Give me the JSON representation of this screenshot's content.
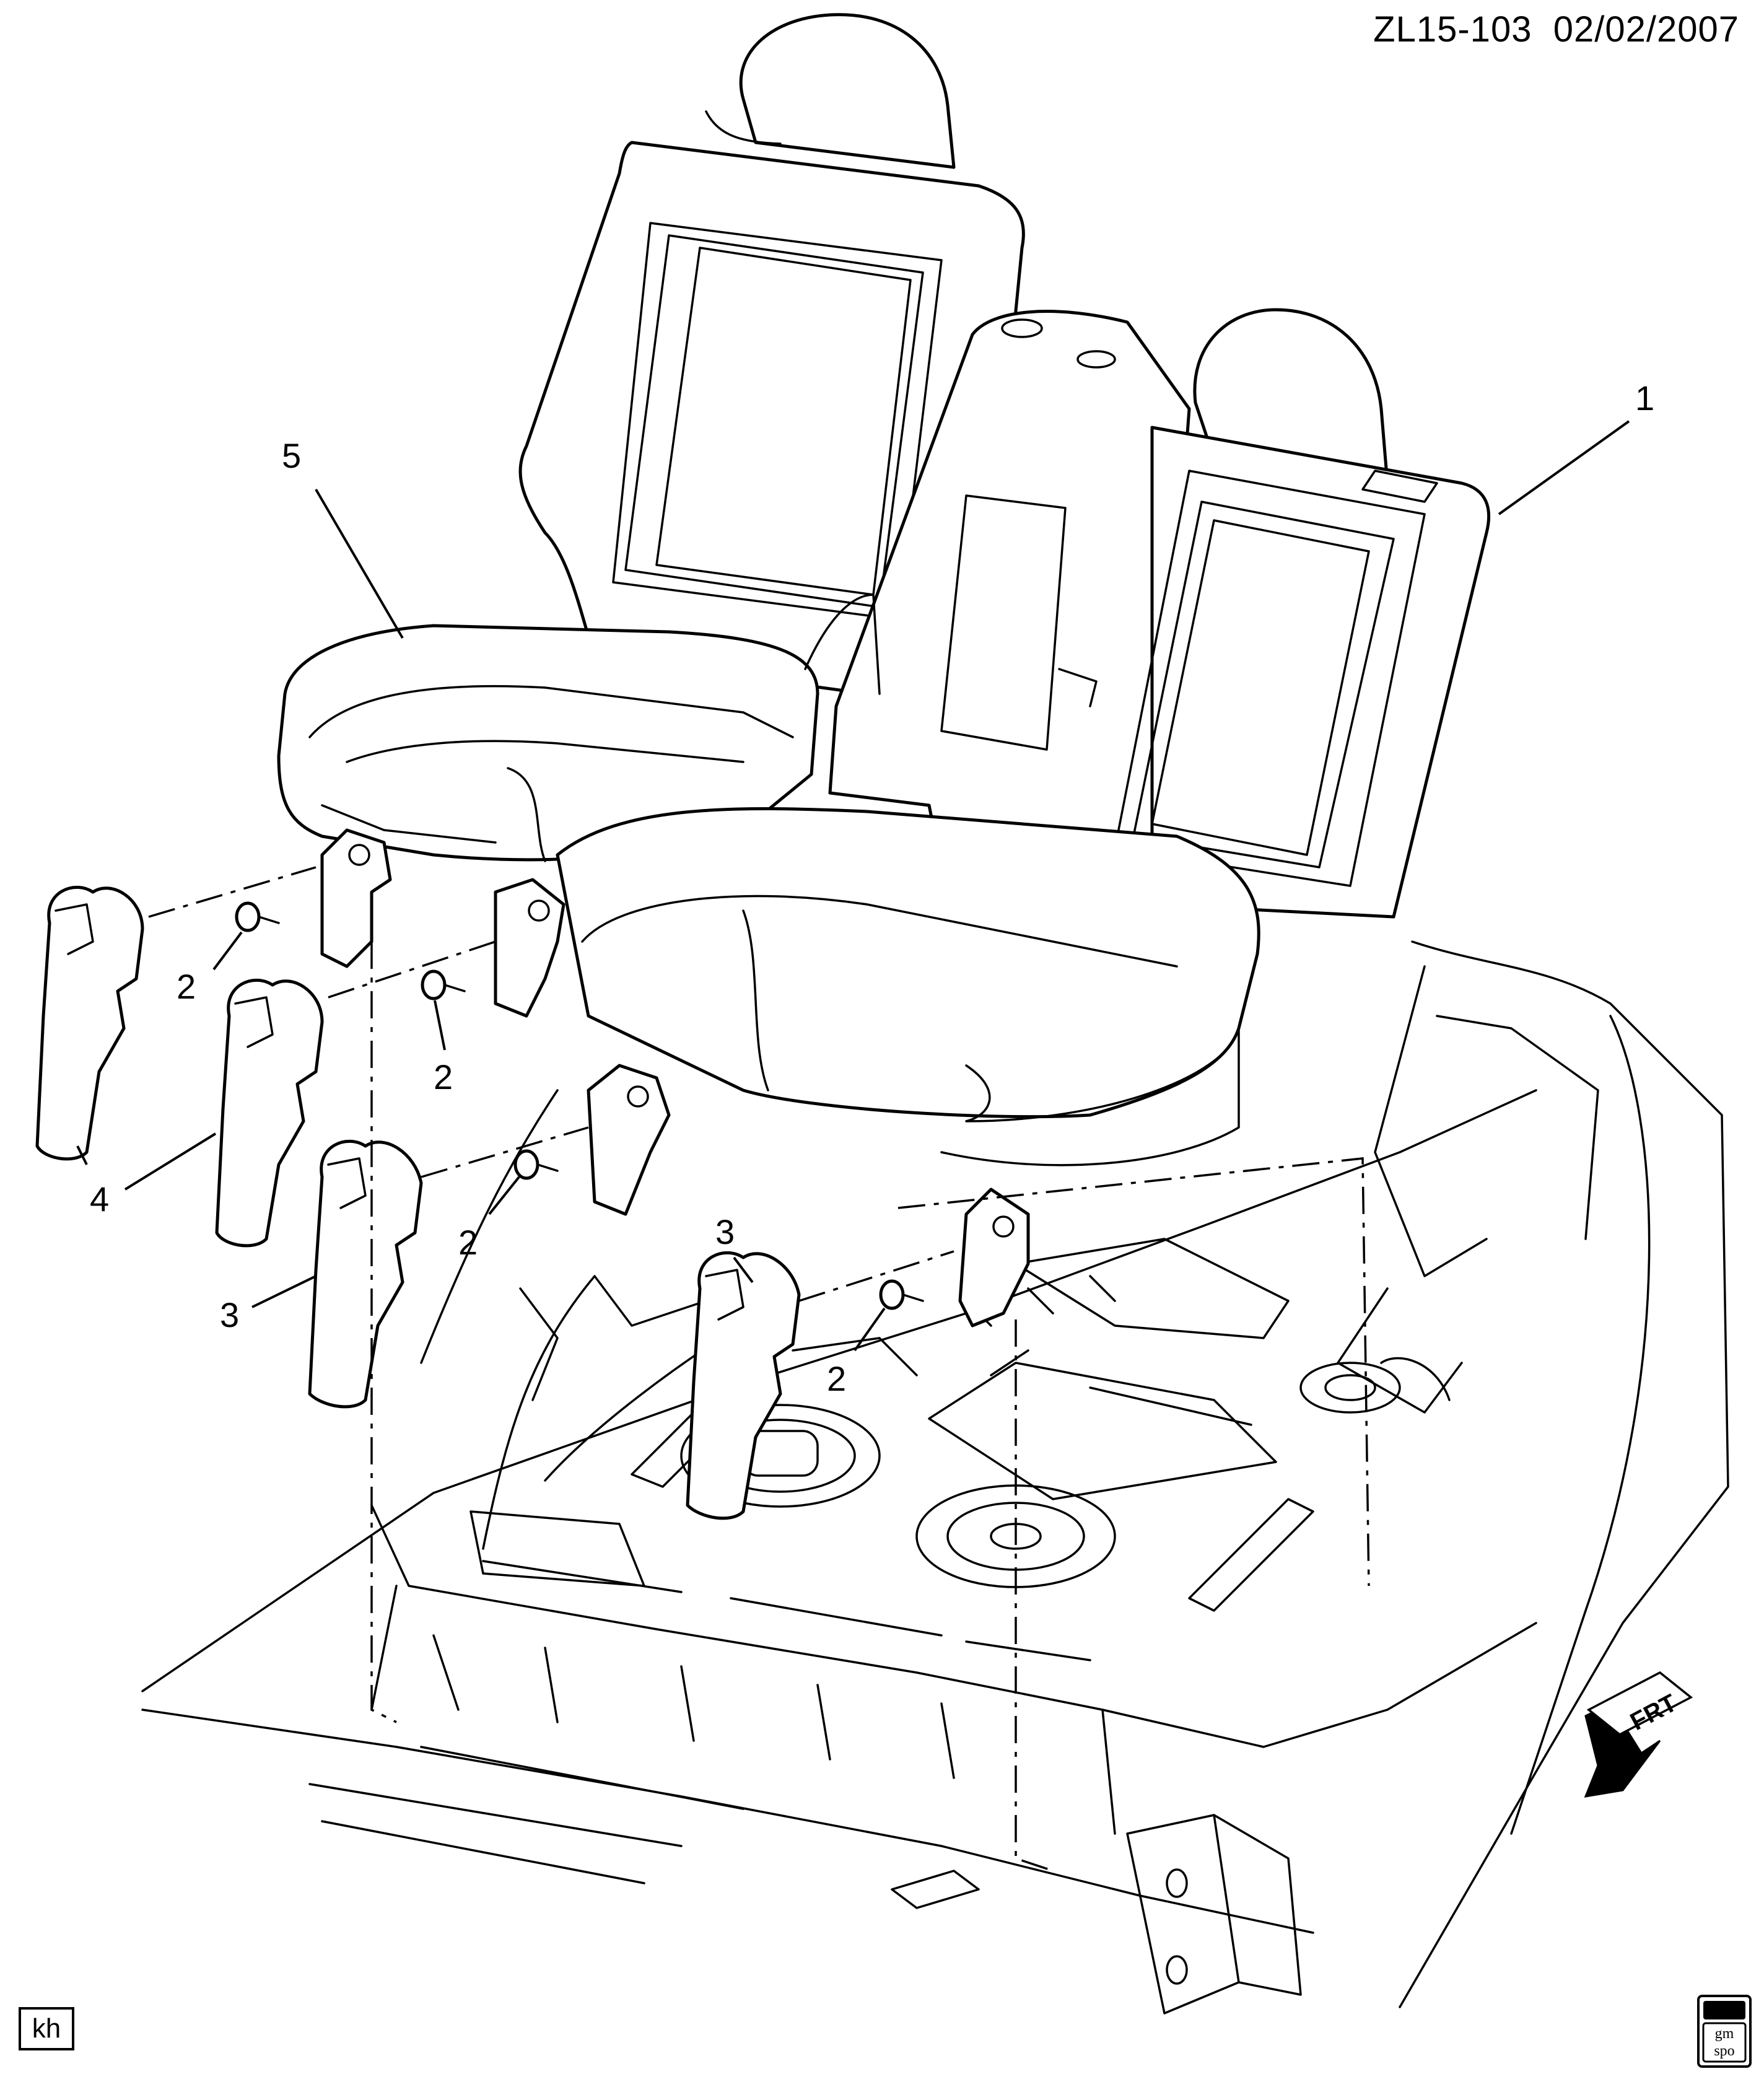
{
  "header": {
    "drawing_id": "ZL15-103",
    "date": "02/02/2007"
  },
  "callouts": {
    "c1": "1",
    "c2a": "2",
    "c2b": "2",
    "c2c": "2",
    "c2d": "2",
    "c3a": "3",
    "c3b": "3",
    "c4": "4",
    "c5": "5"
  },
  "orientation": {
    "label": "FRT"
  },
  "footer": {
    "author_tag": "kh",
    "logo_top": "gm",
    "logo_bottom": "spo"
  },
  "colors": {
    "line": "#000000",
    "background": "#ffffff"
  }
}
